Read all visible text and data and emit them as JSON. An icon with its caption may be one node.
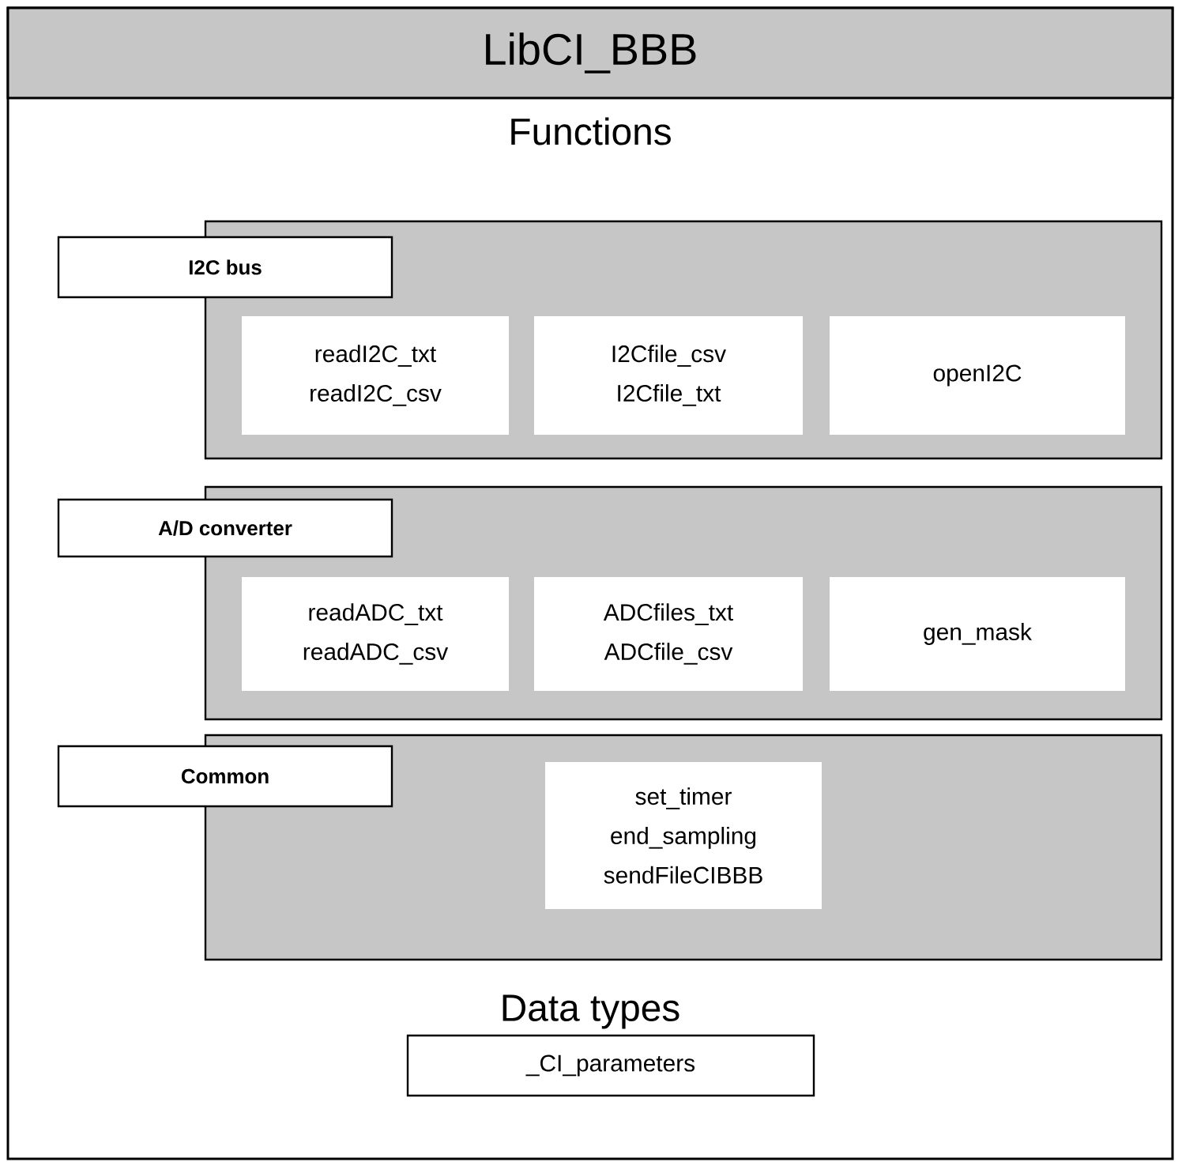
{
  "diagram": {
    "nodes": [
      {
        "text": [
          "LibCI_BBB"
        ]
      },
      {
        "text": [
          "I2C bus"
        ],
        "in": 0
      },
      {
        "text": [
          "readI2C_txt",
          "readI2C_csv"
        ],
        "in": 1
      },
      {
        "text": [
          "I2Cfile_csv",
          "I2Cfile_txt"
        ],
        "in": 1
      },
      {
        "text": [
          "openI2C"
        ],
        "in": 1
      },
      {
        "text": [
          "A/D converter"
        ],
        "in": 0
      },
      {
        "text": [
          "readADC_txt",
          "readADC_csv"
        ],
        "in": 5
      },
      {
        "text": [
          "ADCfiles_txt",
          "ADCfile_csv"
        ],
        "in": 5
      },
      {
        "text": [
          "gen_mask"
        ],
        "in": 5
      },
      {
        "text": [
          "Common"
        ],
        "in": 0
      },
      {
        "text": [
          "set_timer",
          "end_sampling",
          "sendFileCIBBB"
        ],
        "in": 9
      },
      {
        "text": [
          "_CI_parameters"
        ],
        "in": 0
      }
    ],
    "labels": [
      "Functions",
      "Data types"
    ]
  }
}
